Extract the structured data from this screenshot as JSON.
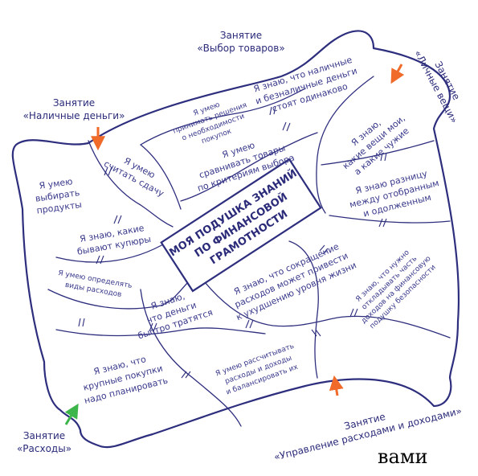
{
  "center": {
    "title_lines": [
      "МОЯ ПОДУШКА ЗНАНИЙ",
      "ПО ФИНАНСОВОЙ",
      "ГРАМОТНОСТИ"
    ]
  },
  "lessons": {
    "vybor_tovarov": [
      "Занятие",
      "«Выбор товаров»"
    ],
    "nalichnye_dengi": [
      "Занятие",
      "«Наличные деньги»"
    ],
    "lichnye_veshchi": [
      "Занятие",
      "«Личные вещи»"
    ],
    "raskhody": [
      "Занятие",
      "«Расходы»"
    ],
    "upravlenie": [
      "Занятие",
      "«Управление расходами и доходами»"
    ]
  },
  "statements": {
    "vybirat_produkty": [
      "Я умею",
      "выбирать",
      "продукты"
    ],
    "schitat_sdachu": [
      "Я умею",
      "считать сдачу"
    ],
    "kupyury": [
      "Я знаю, какие",
      "бывают купюры"
    ],
    "reshenia": [
      "Я умею",
      "принимать решения",
      "о необходимости",
      "покупок"
    ],
    "sravnivat": [
      "Я умею",
      "сравнивать товары",
      "по критериям выбора"
    ],
    "odinakovo": [
      "Я знаю, что наличные",
      "и безналичные деньги",
      "стоят одинаково"
    ],
    "moi_chuzhie": [
      "Я знаю,",
      "какие вещи мои,",
      "а какие чужие"
    ],
    "raznitsa": [
      "Я знаю разницу",
      "между отобранным",
      "и одолженным"
    ],
    "vidy_raskhodov": [
      "Я умею определять",
      "виды расходов"
    ],
    "bystro_tratyatsya": [
      "Я знаю,",
      "что деньги",
      "быстро тратятся"
    ],
    "sokrashchenie": [
      "Я знаю, что сокращение",
      "расходов может привести",
      "к ухудшению уровня жизни"
    ],
    "podushka": [
      "Я знаю, что нужно",
      "откладывать часть",
      "доходов на финансовую",
      "подушку безопасности"
    ],
    "rasschityvat": [
      "Я умею рассчитывать",
      "расходы и доходы",
      "и балансировать их"
    ],
    "krupnye_pokupki": [
      "Я знаю, что",
      "крупные покупки",
      "надо планировать"
    ]
  },
  "footer_word": "вами",
  "colors": {
    "ink": "#2e2e7e",
    "arrow_orange": "#f06a2a",
    "arrow_green": "#3cb54a",
    "background": "#ffffff"
  }
}
